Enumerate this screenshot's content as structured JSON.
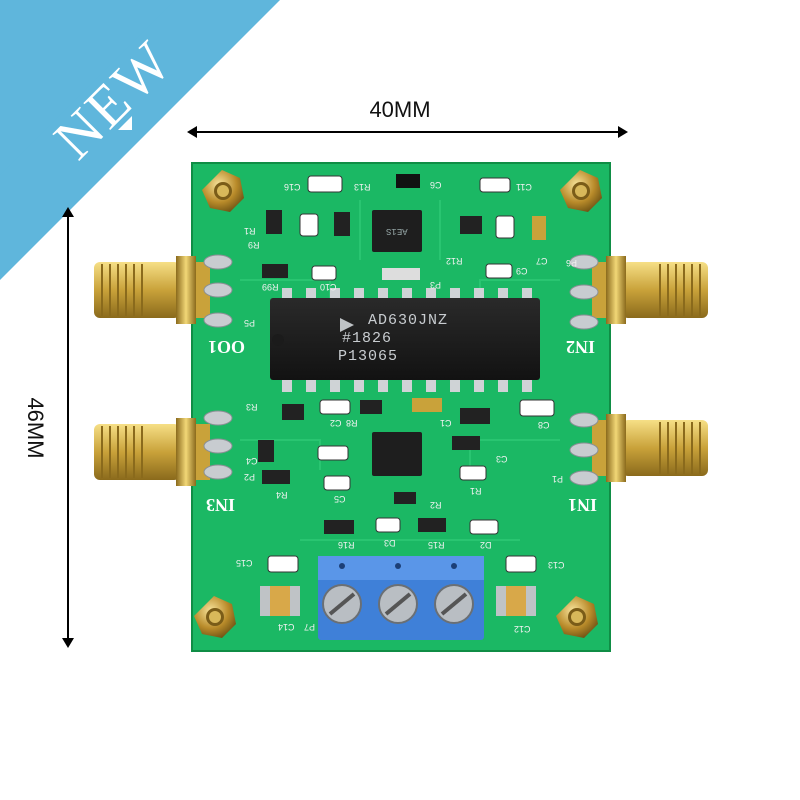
{
  "badge": {
    "text": "NEW",
    "color": "#5fb6dc"
  },
  "dimensions": {
    "width_label": "40MM",
    "height_label": "46MM"
  },
  "board": {
    "pcb_color": "#17b55f",
    "chip_main": {
      "line1": "AD630JNZ",
      "line2": "#1826",
      "line3": "P13065"
    },
    "chip_small": {
      "line1": "AE1S"
    },
    "port_labels": [
      "OO1",
      "IN2",
      "IN3",
      "IN1"
    ],
    "silkscreen": [
      "C16",
      "R13",
      "C6",
      "C11",
      "R1",
      "R9",
      "C10",
      "C7",
      "P6",
      "R12",
      "C9",
      "R99",
      "P5",
      "P3",
      "R3",
      "R8",
      "C2",
      "C1",
      "C8",
      "C4",
      "P2",
      "R4",
      "C5",
      "C3",
      "P1",
      "R2",
      "R1",
      "R16",
      "D3",
      "R15",
      "D2",
      "C15",
      "C13",
      "C14",
      "P7",
      "C12"
    ]
  }
}
